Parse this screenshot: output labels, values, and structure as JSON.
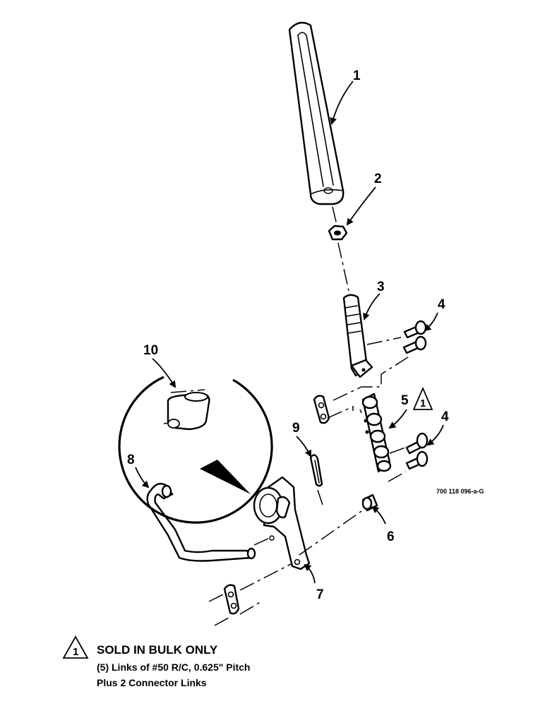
{
  "callouts": {
    "c1": "1",
    "c2": "2",
    "c3": "3",
    "c4a": "4",
    "c4b": "4",
    "c5": "5",
    "c6": "6",
    "c7": "7",
    "c8": "8",
    "c9": "9",
    "c10": "10"
  },
  "flag_number": "1",
  "drawing_number": "700 118 096-a-G",
  "note": {
    "flag": "1",
    "title": "SOLD IN BULK ONLY",
    "line1": "(5) Links of #50 R/C, 0.625\" Pitch",
    "line2": "Plus 2 Connector Links"
  }
}
